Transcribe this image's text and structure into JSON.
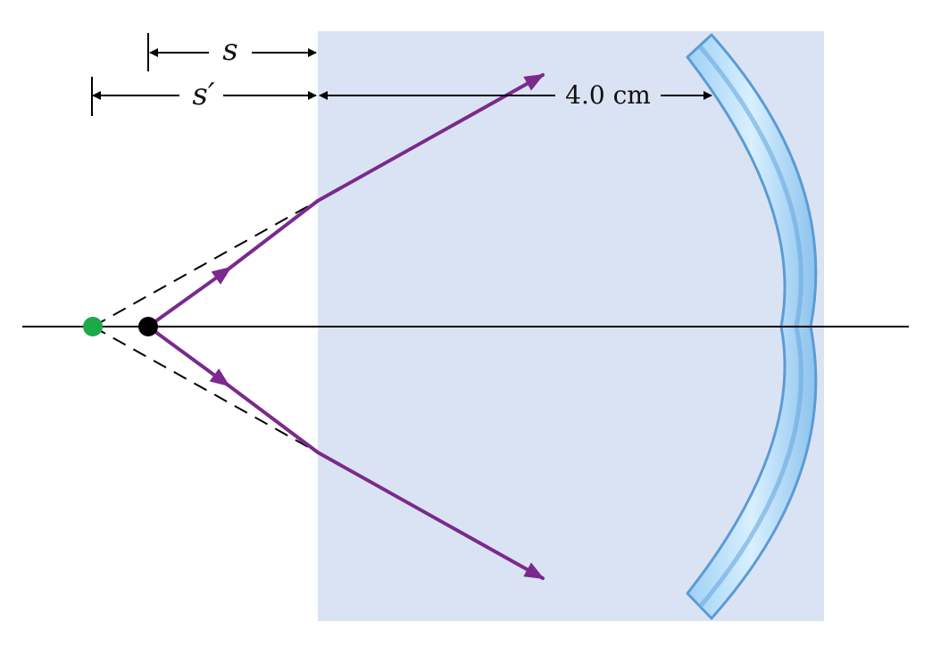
{
  "labels": {
    "s": "s",
    "s_prime": "s′",
    "distance": "4.0 cm"
  },
  "colors": {
    "medium_fill": "#dae3f3",
    "ray": "#7a2a8c",
    "mirror_light": "#bfe3fb",
    "mirror_edge": "#5b9bd5",
    "object_point": "#000000",
    "image_point": "#1aaa4a",
    "axis": "#000000",
    "dashed": "#000000"
  }
}
